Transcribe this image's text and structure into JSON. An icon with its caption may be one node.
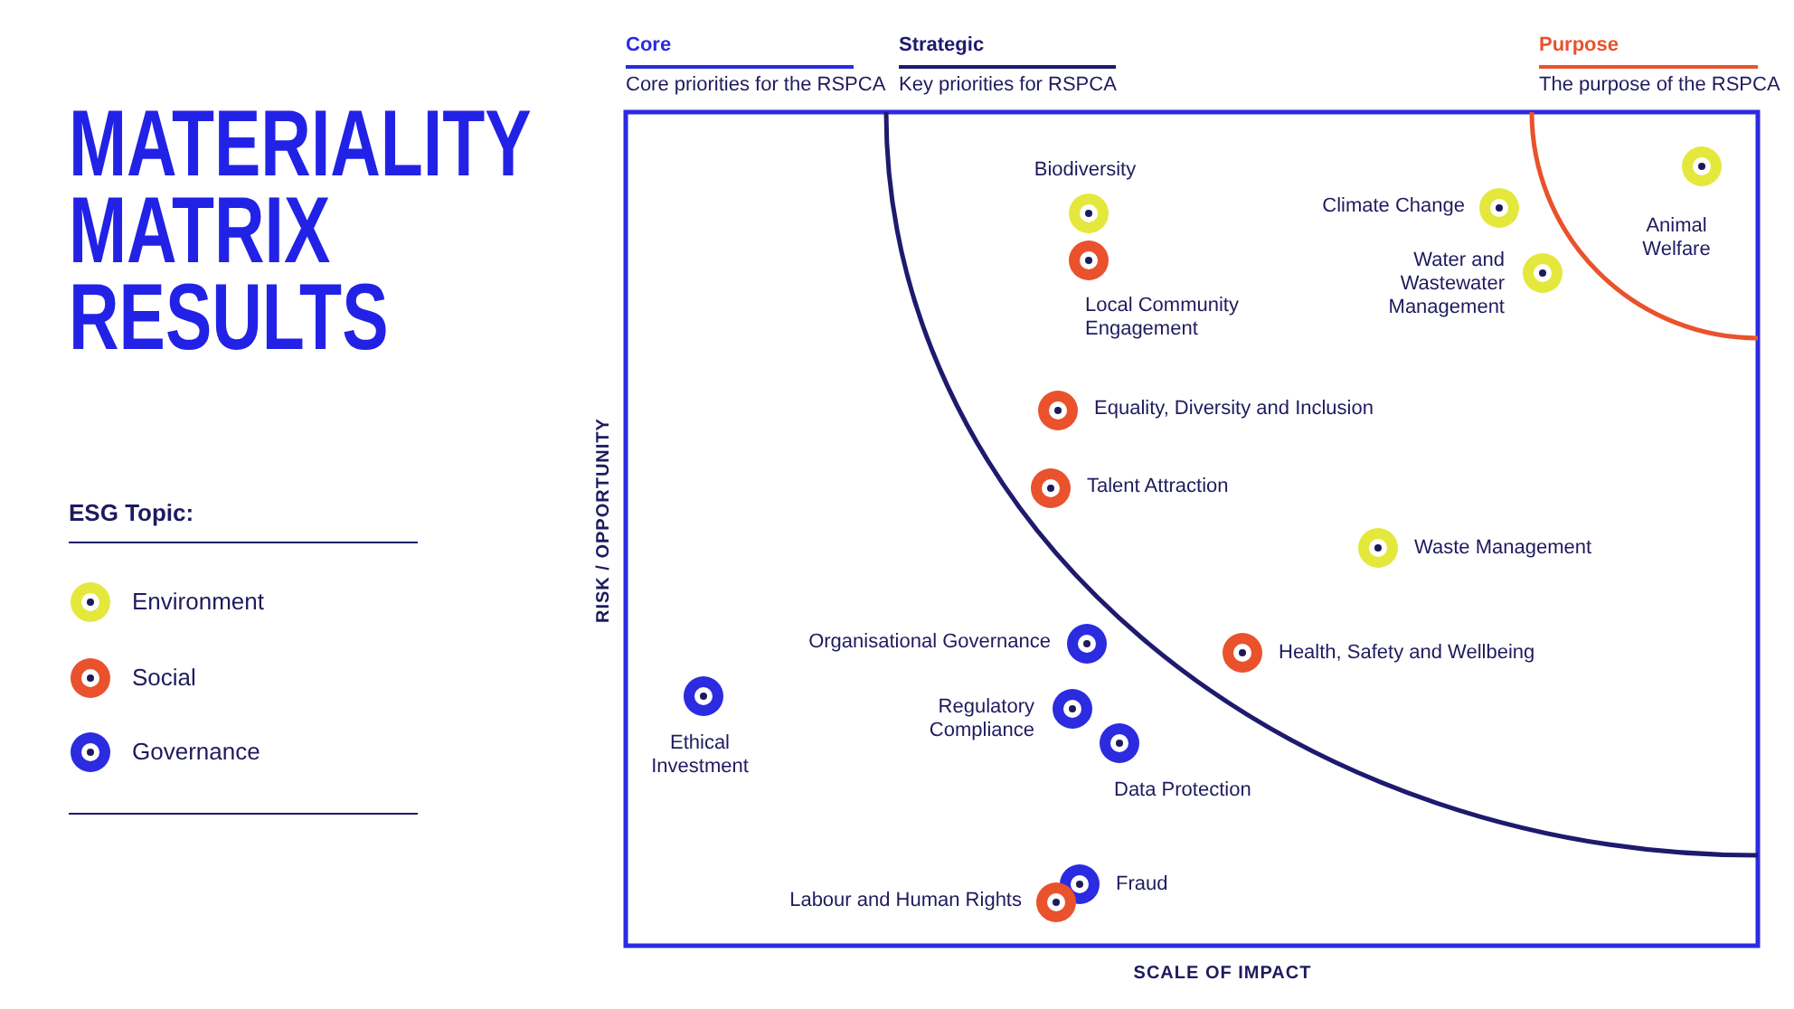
{
  "diagram": {
    "title": "MATERIALITY MATRIX RESULTS",
    "nodes": [
      {
        "text": [],
        "shape": "circle",
        "beside": [
          "Animal Welfare"
        ]
      },
      {
        "text": [],
        "shape": "circle",
        "beside": [
          "Biodiversity"
        ]
      },
      {
        "text": [],
        "shape": "circle",
        "beside": [
          "Climate Change"
        ]
      },
      {
        "text": [],
        "shape": "circle",
        "beside": [
          "Local Community Engagement"
        ]
      },
      {
        "text": [],
        "shape": "circle",
        "beside": [
          "Water and Wastewater Management"
        ]
      },
      {
        "text": [],
        "shape": "circle",
        "beside": [
          "Equality, Diversity and Inclusion"
        ]
      },
      {
        "text": [],
        "shape": "circle",
        "beside": [
          "Talent Attraction"
        ]
      },
      {
        "text": [],
        "shape": "circle",
        "beside": [
          "Waste Management"
        ]
      },
      {
        "text": [],
        "shape": "circle",
        "beside": [
          "Organisational Governance"
        ]
      },
      {
        "text": [],
        "shape": "circle",
        "beside": [
          "Health, Safety and Wellbeing"
        ]
      },
      {
        "text": [],
        "shape": "circle",
        "beside": [
          "Ethical Investment"
        ]
      },
      {
        "text": [],
        "shape": "circle",
        "beside": [
          "Regulatory Compliance"
        ]
      },
      {
        "text": [],
        "shape": "circle",
        "beside": [
          "Data Protection"
        ]
      },
      {
        "text": [],
        "shape": "circle",
        "beside": [
          "Fraud"
        ]
      },
      {
        "text": [],
        "shape": "circle",
        "beside": [
          "Labour and Human Rights"
        ]
      }
    ],
    "labels": [
      "Core",
      "Core priorities for the RSPCA",
      "Strategic",
      "Key priorities for RSPCA",
      "Purpose",
      "The purpose of the RSPCA",
      "ESG Topic:",
      "RISK / OPPORTUNITY",
      "SCALE OF IMPACT"
    ],
    "legend": [
      {
        "text": "Environment",
        "color": "#e4e83c"
      },
      {
        "text": "Social",
        "color": "#e9522c"
      },
      {
        "text": "Governance",
        "color": "#2b2be0"
      }
    ]
  }
}
